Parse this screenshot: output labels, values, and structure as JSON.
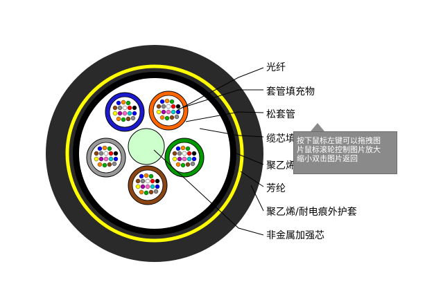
{
  "labels": {
    "fiber": "光纤",
    "tube_filler": "套管填充物",
    "loose_tube": "松套管",
    "cable_filler": "缆芯填充物",
    "pe_inner_sheath": "聚乙烯内护套",
    "aramid": "芳纶",
    "pe_outer_sheath": "聚乙烯/耐电痕外护套",
    "nonmetal_strength": "非金属加强芯"
  },
  "tooltip": {
    "line1": "按下鼠标左键可以拖拽图",
    "line2": "片鼠标滚轮控制图片放大",
    "line3": "缩小双击图片返回"
  },
  "colors": {
    "outer_sheath": "#2a2a2a",
    "aramid_yellow": "#ffff00",
    "inner_sheath": "#000000",
    "filler": "#ffffff",
    "strength_core": "#ccffcc",
    "tube_blue": "#1a1acc",
    "tube_orange": "#ff6600",
    "tube_gray": "#999999",
    "tube_green": "#009900",
    "tube_brown": "#8b4513"
  }
}
